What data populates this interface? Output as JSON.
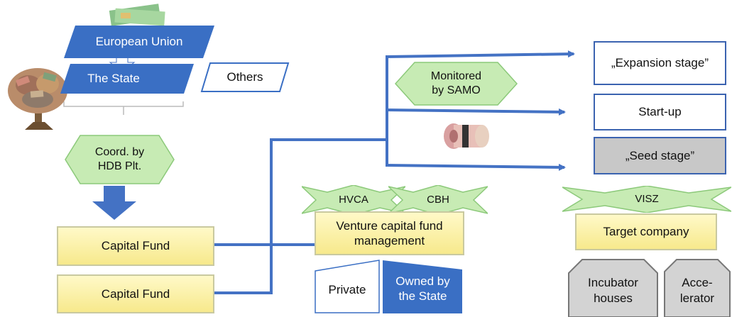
{
  "nodes": {
    "eu": "European Union",
    "state": "The State",
    "others": "Others",
    "coord": "Coord. by\nHDB Plt.",
    "capital_fund_1": "Capital Fund",
    "capital_fund_2": "Capital Fund",
    "hvca": "HVCA",
    "cbh": "CBH",
    "vcfm": "Venture capital fund\nmanagement",
    "private": "Private",
    "owned_state": "Owned by\nthe State",
    "monitored": "Monitored\nby SAMO",
    "expansion": "„Expansion stage”",
    "startup": "Start-up",
    "seed": "„Seed stage”",
    "visz": "VISZ",
    "target": "Target company",
    "incubator": "Incubator\nhouses",
    "accelerator": "Acce-\nlerator"
  },
  "colors": {
    "blue": "#3a6fc4",
    "line_blue": "#4472c4",
    "green_fill": "#c7ebb4",
    "green_stroke": "#8cc97a",
    "yellow": "#f7e98c",
    "grey": "#c8c8c8"
  }
}
